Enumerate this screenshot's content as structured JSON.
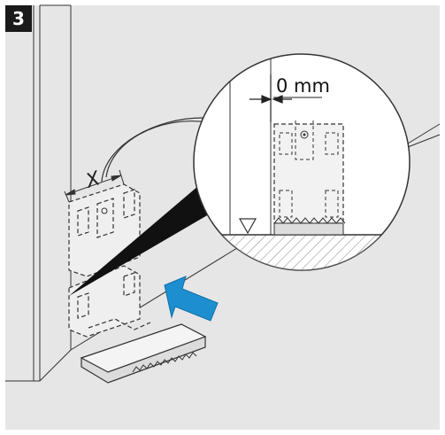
{
  "step": {
    "number": "3"
  },
  "labels": {
    "gap_value": "0 mm",
    "width_dimension": "X"
  },
  "colors": {
    "background": "#e6e6e6",
    "arrow": "#1d8fd0",
    "badge": "#1a1a1a",
    "line": "#333333"
  },
  "icons": {
    "level_marker": "downward-triangle-icon",
    "push_arrow": "blue-arrow-icon"
  }
}
